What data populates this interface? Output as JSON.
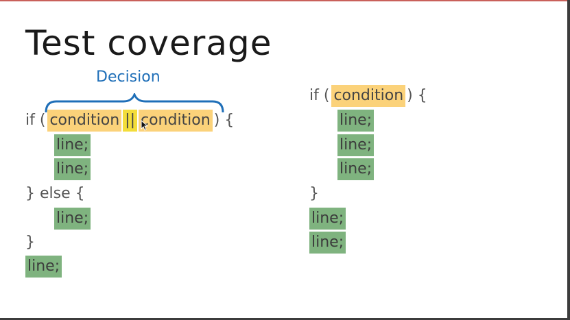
{
  "slide": {
    "title": "Test coverage",
    "decision_label": "Decision"
  },
  "left": {
    "if_open": "if (",
    "cond1": "condition",
    "or_op": "||",
    "cond2": "condition",
    "if_close": ") {",
    "line1": "line;",
    "line2": "line;",
    "else": "} else {",
    "line3": "line;",
    "close": "}",
    "line4": "line;"
  },
  "right": {
    "if_open": "if (",
    "cond": "condition",
    "if_close": ") {",
    "line1": "line;",
    "line2": "line;",
    "line3": "line;",
    "close": "}",
    "line4": "line;",
    "line5": "line;"
  },
  "colors": {
    "condition_highlight": "#fbd27a",
    "operator_highlight": "#f3dd3a",
    "line_highlight": "#7fb37f",
    "decision_blue": "#1f6fb8",
    "top_border": "#c9605a"
  }
}
